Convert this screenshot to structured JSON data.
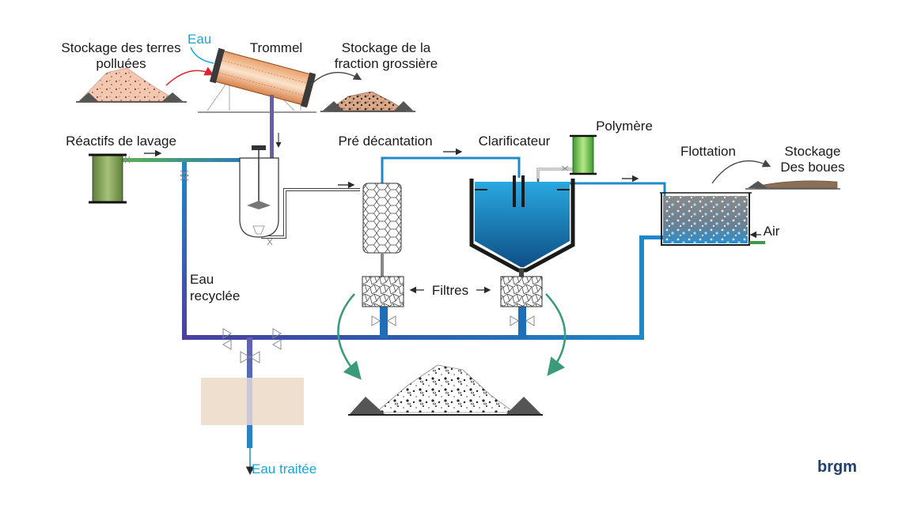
{
  "labels": {
    "stock_terres_1": "Stockage des terres",
    "stock_terres_2": "polluées",
    "eau": "Eau",
    "trommel": "Trommel",
    "stock_grossiere_1": "Stockage de la",
    "stock_grossiere_2": "fraction grossière",
    "reactifs": "Réactifs de lavage",
    "pre_decantation": "Pré décantation",
    "clarificateur": "Clarificateur",
    "polymere": "Polymère",
    "flottation": "Flottation",
    "stock_boues_1": "Stockage",
    "stock_boues_2": "Des boues",
    "air": "Air",
    "eau_recyclee_1": "Eau",
    "eau_recyclee_2": "recyclée",
    "filtres": "Filtres",
    "eau_traitee": "Eau traitée",
    "logo": "brgm"
  },
  "colors": {
    "pipe_blue": "#1e7fc4",
    "pipe_purple": "#4a3fa0",
    "pipe_green": "#3e9a4a",
    "arrow_teal": "#3a9a7a",
    "arrow_red": "#d8262e",
    "water": "#1a82c4",
    "logo": "#1f3f6e"
  }
}
